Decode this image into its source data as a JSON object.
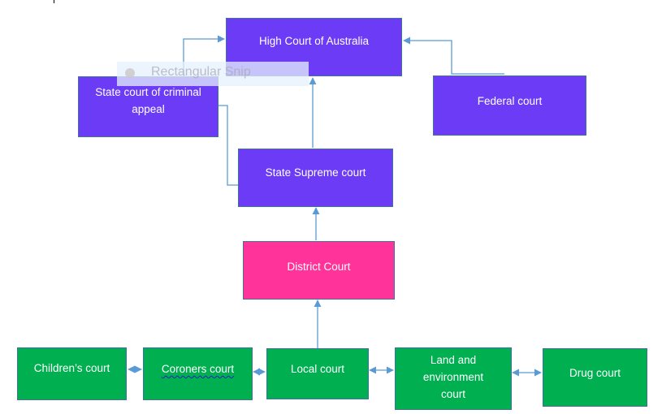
{
  "diagram": {
    "title": "Australian court hierarchy",
    "colors": {
      "federal_state_courts": "#6c3bf6",
      "district_court": "#ff3399",
      "lower_courts": "#00b050",
      "connector": "#5b9bd5"
    },
    "nodes": {
      "high_court": "High Court of Australia",
      "state_criminal_appeal": "State court of criminal appeal",
      "federal_court": "Federal court",
      "state_supreme": "State Supreme court",
      "district_court": "District Court",
      "childrens_court": "Children’s court",
      "coroners_court": "Coroners court",
      "local_court": "Local court",
      "land_environment_court": "Land and environment court",
      "drug_court": "Drug court"
    },
    "edges": [
      {
        "from": "state_criminal_appeal",
        "to": "high_court",
        "type": "arrow"
      },
      {
        "from": "federal_court",
        "to": "high_court",
        "type": "arrow"
      },
      {
        "from": "state_supreme",
        "to": "high_court",
        "type": "arrow"
      },
      {
        "from": "state_criminal_appeal",
        "to": "state_supreme",
        "type": "line"
      },
      {
        "from": "district_court",
        "to": "state_supreme",
        "type": "arrow"
      },
      {
        "from": "local_court",
        "to": "district_court",
        "type": "arrow"
      },
      {
        "from": "childrens_court",
        "to": "coroners_court",
        "type": "double-arrow"
      },
      {
        "from": "coroners_court",
        "to": "local_court",
        "type": "double-arrow"
      },
      {
        "from": "local_court",
        "to": "land_environment_court",
        "type": "double-arrow"
      },
      {
        "from": "land_environment_court",
        "to": "drug_court",
        "type": "double-arrow"
      }
    ]
  },
  "overlay": {
    "snip_label": "Rectangular Snip"
  }
}
